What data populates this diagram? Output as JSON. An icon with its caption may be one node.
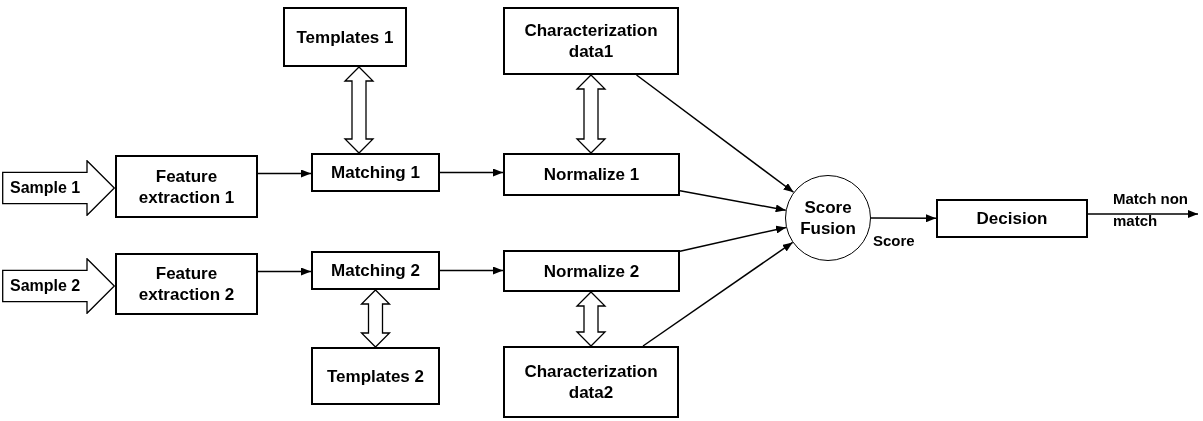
{
  "diagram": {
    "nodes": [
      {
        "text": [
          "Sample 1"
        ]
      },
      {
        "text": [
          "Feature extraction 1"
        ]
      },
      {
        "text": [
          "Templates 1"
        ]
      },
      {
        "text": [
          "Matching 1"
        ]
      },
      {
        "text": [
          "Characterization data1"
        ]
      },
      {
        "text": [
          "Normalize 1"
        ]
      },
      {
        "text": [
          "Sample 2"
        ]
      },
      {
        "text": [
          "Feature extraction 2"
        ]
      },
      {
        "text": [
          "Matching 2"
        ]
      },
      {
        "text": [
          "Normalize 2"
        ]
      },
      {
        "text": [
          "Templates 2"
        ]
      },
      {
        "text": [
          "Characterization data2"
        ]
      },
      {
        "text": [
          "Score Fusion"
        ]
      },
      {
        "text": [
          "Decision"
        ]
      }
    ],
    "edges": [
      {
        "from": 1,
        "to": 3,
        "arrow": "to"
      },
      {
        "from": 2,
        "to": 3,
        "arrow": "both",
        "style": "thick"
      },
      {
        "from": 3,
        "to": 5,
        "arrow": "to"
      },
      {
        "from": 4,
        "to": 5,
        "arrow": "both",
        "style": "thick"
      },
      {
        "from": 7,
        "to": 8,
        "arrow": "to"
      },
      {
        "from": 8,
        "to": 10,
        "arrow": "both",
        "style": "thick"
      },
      {
        "from": 8,
        "to": 9,
        "arrow": "to"
      },
      {
        "from": 9,
        "to": 11,
        "arrow": "both",
        "style": "thick"
      },
      {
        "from": 4,
        "to": 12,
        "arrow": "to"
      },
      {
        "from": 5,
        "to": 12,
        "arrow": "to"
      },
      {
        "from": 9,
        "to": 12,
        "arrow": "to"
      },
      {
        "from": 11,
        "to": 12,
        "arrow": "to"
      },
      {
        "from": 12,
        "to": 13,
        "label": "Score",
        "arrow": "to"
      },
      {
        "from": 13,
        "to": null,
        "label": "Match non match",
        "arrow": "to"
      }
    ]
  }
}
